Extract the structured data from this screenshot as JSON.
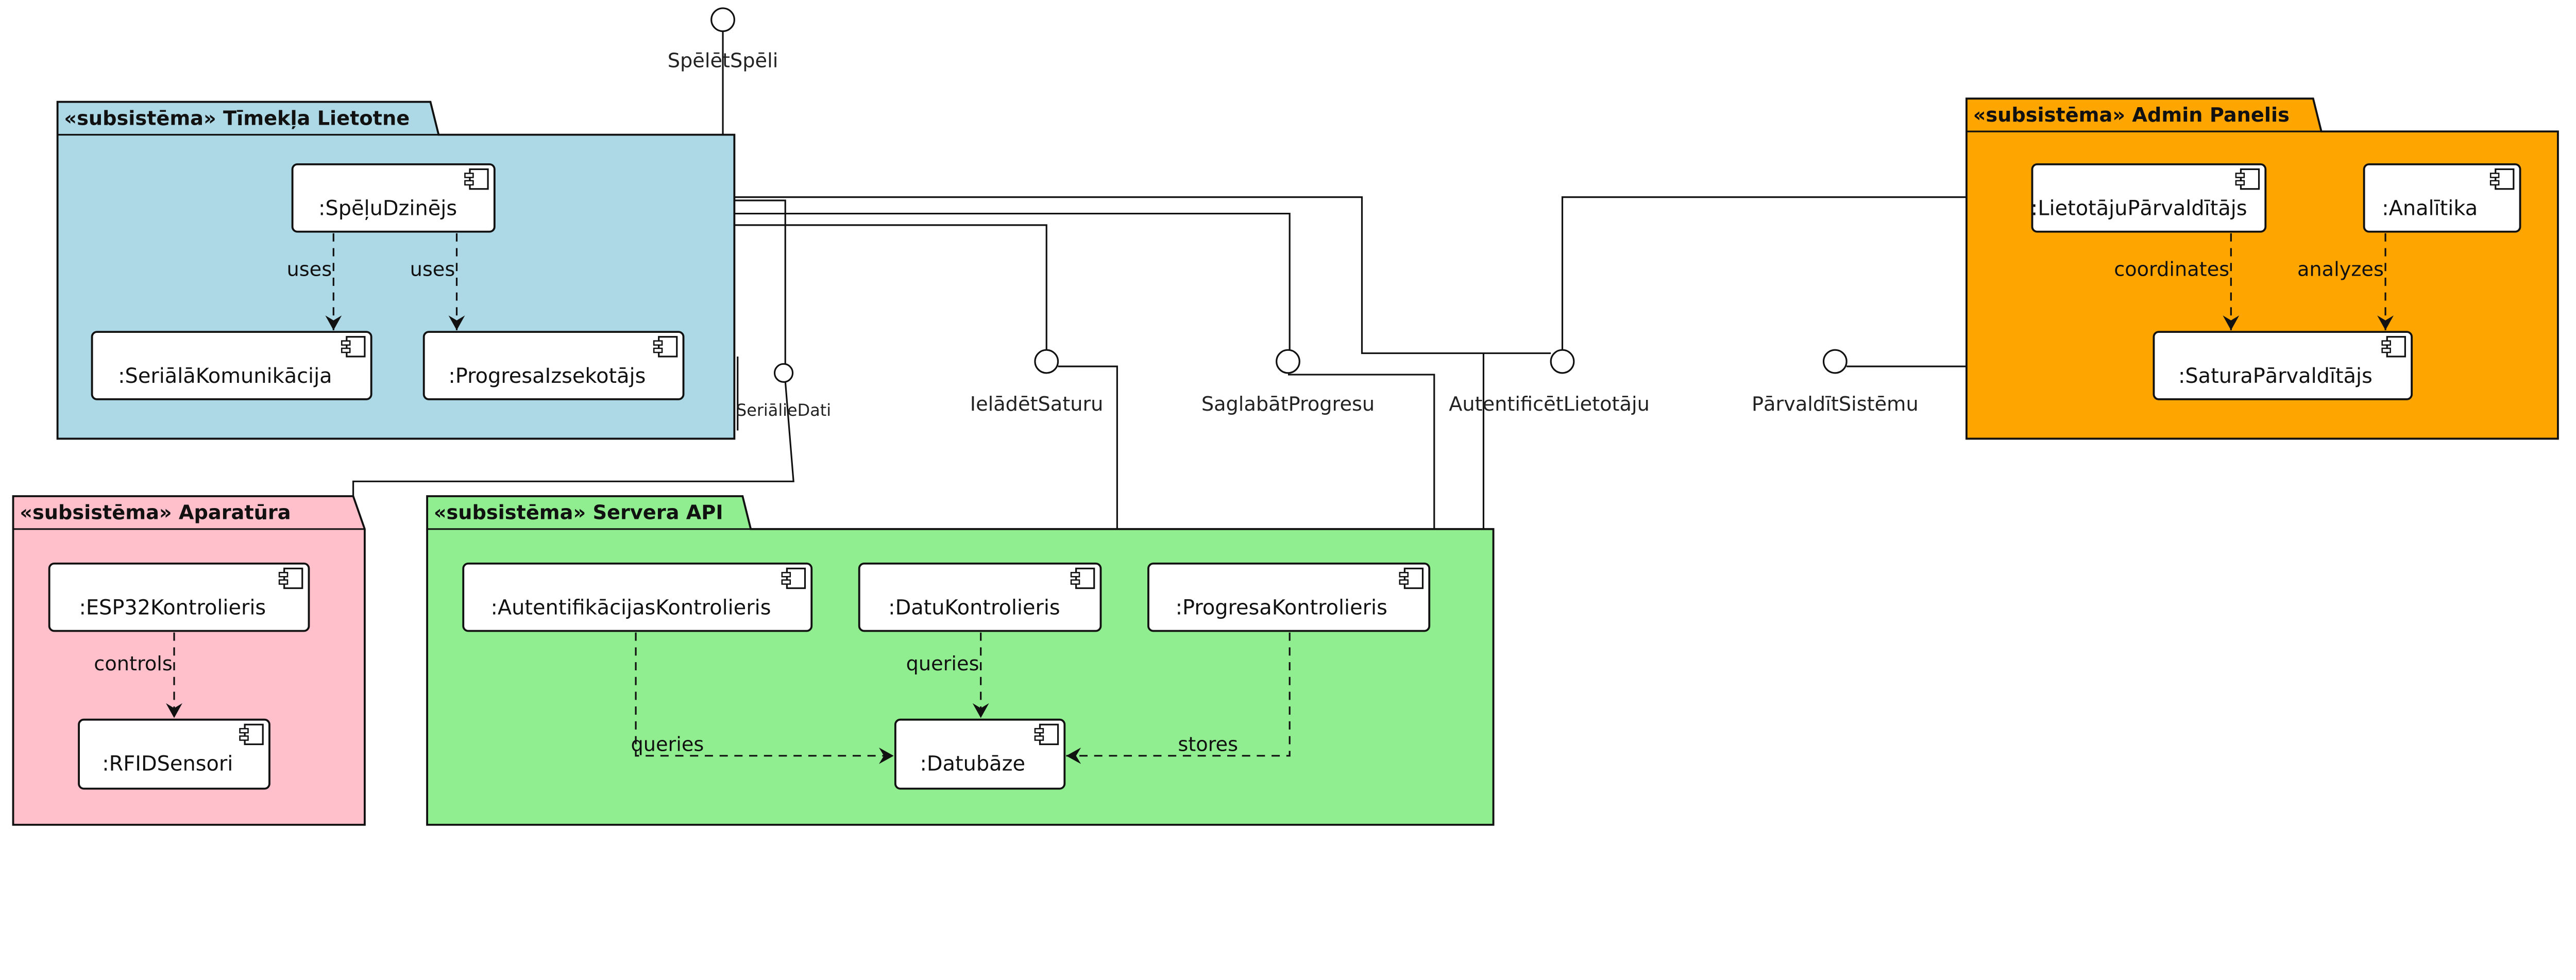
{
  "interfaces": {
    "play": "SpēlētSpēli",
    "serial": "SeriālieDati",
    "load": "IelādētSaturu",
    "save": "SaglabātProgresu",
    "auth": "AutentificētLietotāju",
    "manage": "PārvaldītSistēmu"
  },
  "packages": {
    "web": {
      "title": "«subsistēma» Tīmekļa Lietotne",
      "color": "#ADD8E6",
      "components": {
        "engine": ":SpēļuDzinējs",
        "serial": ":SeriālāKomunikācija",
        "progress": ":ProgresaIzsekotājs"
      },
      "labels": {
        "uses1": "uses",
        "uses2": "uses"
      }
    },
    "admin": {
      "title": "«subsistēma» Admin Panelis",
      "color": "#FFA500",
      "components": {
        "users": ":LietotājuPārvaldītājs",
        "analytics": ":Analītika",
        "content": ":SaturaPārvaldītājs"
      },
      "labels": {
        "coordinates": "coordinates",
        "analyzes": "analyzes"
      }
    },
    "hardware": {
      "title": "«subsistēma» Aparatūra",
      "color": "#FFC0CB",
      "components": {
        "esp": ":ESP32Kontrolieris",
        "rfid": ":RFIDSensori"
      },
      "labels": {
        "controls": "controls"
      }
    },
    "api": {
      "title": "«subsistēma» Servera API",
      "color": "#90EE90",
      "components": {
        "auth": ":AutentifikācijasKontrolieris",
        "data": ":DatuKontrolieris",
        "progress": ":ProgresaKontrolieris",
        "db": ":Datubāze"
      },
      "labels": {
        "queries1": "queries",
        "queries2": "queries",
        "stores": "stores"
      }
    }
  }
}
